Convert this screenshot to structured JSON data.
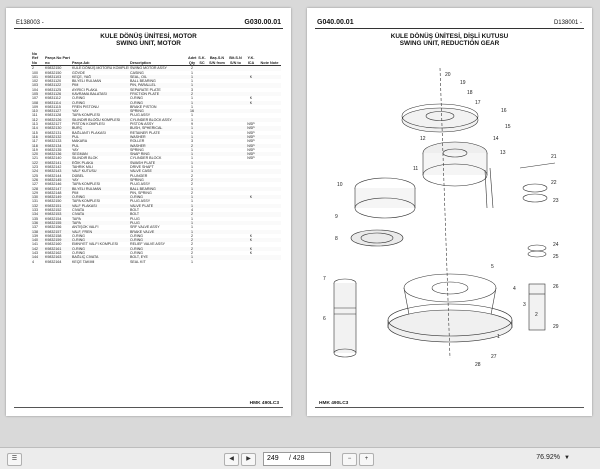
{
  "left_page": {
    "doc_id": "E138003 -",
    "section": "G030.00.01",
    "title_tr": "KULE DÖNÜŞ ÜNİTESİ, MOTOR",
    "title_en": "SWING UNIT, MOTOR",
    "headers": [
      "No Ref No",
      "Parça No Part no",
      "Parça Adı",
      "Description",
      "Adet Qty",
      "S.K. SC",
      "Baş.S.N S/N from",
      "Bit.S.N S/N to",
      "Y.K. ICA",
      "Note Note"
    ],
    "rows": [
      [
        "2",
        "K9832150",
        "KULE DÖNÜŞ MOTORU KOMPLESİ",
        "SWING MOTOR ASSY",
        "2",
        "",
        "",
        "",
        "",
        ""
      ],
      [
        "100",
        "K9832150",
        "GÖVDE",
        "CASING",
        "1",
        "",
        "",
        "",
        "",
        ""
      ],
      [
        "101",
        "K9831103",
        "KEÇE, YAĞ",
        "SEAL, OIL",
        "1",
        "",
        "",
        "",
        "K",
        ""
      ],
      [
        "102",
        "K9831120",
        "BİLYELİ RULMAN",
        "BALL BEARING",
        "1",
        "",
        "",
        "",
        "",
        ""
      ],
      [
        "103",
        "K9831122",
        "PİM",
        "PIN, PARALLEL",
        "1",
        "",
        "",
        "",
        "",
        ""
      ],
      [
        "104",
        "K9831125",
        "AYIRICI PLAKA",
        "SEPARATE PLATE",
        "3",
        "",
        "",
        "",
        "",
        ""
      ],
      [
        "105",
        "K9831126",
        "KAVRAMA BALATASI",
        "FRICTION PLATE",
        "2",
        "",
        "",
        "",
        "",
        ""
      ],
      [
        "107",
        "K9831112",
        "O-RİNG",
        "O-RING",
        "1",
        "",
        "",
        "",
        "K",
        ""
      ],
      [
        "108",
        "K9831114",
        "O-RİNG",
        "O-RING",
        "1",
        "",
        "",
        "",
        "K",
        ""
      ],
      [
        "109",
        "K9831115",
        "FREN PİSTONU",
        "BRAKE PISTON",
        "1",
        "",
        "",
        "",
        "",
        ""
      ],
      [
        "110",
        "K9831127",
        "YAY",
        "SPRING",
        "16",
        "",
        "",
        "",
        "",
        ""
      ],
      [
        "111",
        "K9831128",
        "TAPA KOMPLESİ",
        "PLUG ASSY",
        "1",
        "",
        "",
        "",
        "",
        ""
      ],
      [
        "112",
        "K9832126",
        "SİLİNDİR BLOĞU KOMPLESİ",
        "CYLINDER BLOCK ASSY",
        "1",
        "",
        "",
        "",
        "",
        ""
      ],
      [
        "113",
        "K9832127",
        "PİSTON KOMPLESİ",
        "PISTON ASSY",
        "9",
        "",
        "",
        "",
        "NSP",
        ""
      ],
      [
        "114",
        "K9832130",
        "BURÇ",
        "BUSH, SPHERICAL",
        "1",
        "",
        "",
        "",
        "NSP",
        ""
      ],
      [
        "115",
        "K9832131",
        "BAĞLANTI PLAKASI",
        "RETAINER PLATE",
        "1",
        "",
        "",
        "",
        "NSP",
        ""
      ],
      [
        "116",
        "K9832132",
        "PUL",
        "WASHER",
        "1",
        "",
        "",
        "",
        "NSP",
        ""
      ],
      [
        "117",
        "K9832133",
        "MAKARA",
        "ROLLER",
        "3",
        "",
        "",
        "",
        "NSP",
        ""
      ],
      [
        "118",
        "K9832134",
        "PUL",
        "WASHER",
        "2",
        "",
        "",
        "",
        "NSP",
        ""
      ],
      [
        "119",
        "K9832135",
        "YAY",
        "SPRING",
        "1",
        "",
        "",
        "",
        "NSP",
        ""
      ],
      [
        "120",
        "K9832136",
        "SEGMAN",
        "SNAP RING",
        "1",
        "",
        "",
        "",
        "NSP",
        ""
      ],
      [
        "121",
        "K9832140",
        "SİLİNDİR BLOK",
        "CYLINDER BLOCK",
        "1",
        "",
        "",
        "",
        "NSP",
        ""
      ],
      [
        "122",
        "K9832141",
        "EĞİK PLAKA",
        "SWASH PLATE",
        "1",
        "",
        "",
        "",
        "",
        ""
      ],
      [
        "123",
        "K9832142",
        "TAHRİK MİLİ",
        "DRIVE SHAFT",
        "1",
        "",
        "",
        "",
        "",
        ""
      ],
      [
        "124",
        "K9832143",
        "VALF KUTUSU",
        "VALVE CASE",
        "1",
        "",
        "",
        "",
        "",
        ""
      ],
      [
        "125",
        "K9832144",
        "DÜBEL",
        "PLUNGER",
        "2",
        "",
        "",
        "",
        "",
        ""
      ],
      [
        "126",
        "K9832145",
        "YAY",
        "SPRING",
        "2",
        "",
        "",
        "",
        "",
        ""
      ],
      [
        "127",
        "K9832146",
        "TAPA KOMPLESİ",
        "PLUG ASSY",
        "2",
        "",
        "",
        "",
        "",
        ""
      ],
      [
        "128",
        "K9832147",
        "BİLYELİ RULMAN",
        "BALL BEARING",
        "1",
        "",
        "",
        "",
        "",
        ""
      ],
      [
        "129",
        "K9832148",
        "PİM",
        "PIN, SPRING",
        "2",
        "",
        "",
        "",
        "",
        ""
      ],
      [
        "130",
        "K9832149",
        "O-RİNG",
        "O-RING",
        "1",
        "",
        "",
        "",
        "K",
        ""
      ],
      [
        "131",
        "K9832150",
        "TAPA KOMPLESİ",
        "PLUG ASSY",
        "1",
        "",
        "",
        "",
        "",
        ""
      ],
      [
        "132",
        "K9832151",
        "VALF PLAKASI",
        "VALVE PLATE",
        "1",
        "",
        "",
        "",
        "",
        ""
      ],
      [
        "133",
        "K9832152",
        "CIVATA",
        "BOLT",
        "4",
        "",
        "",
        "",
        "",
        ""
      ],
      [
        "134",
        "K9832153",
        "CIVATA",
        "BOLT",
        "2",
        "",
        "",
        "",
        "",
        ""
      ],
      [
        "135",
        "K9832154",
        "TAPA",
        "PLUG",
        "1",
        "",
        "",
        "",
        "",
        ""
      ],
      [
        "136",
        "K9832155",
        "TAPA",
        "PLUG",
        "1",
        "",
        "",
        "",
        "",
        ""
      ],
      [
        "137",
        "K9832156",
        "ANTİŞOK VALFİ",
        "SRF VALVE ASSY",
        "1",
        "",
        "",
        "",
        "",
        ""
      ],
      [
        "138",
        "K9832157",
        "VALF, FREN",
        "BRAKE VALVE",
        "1",
        "",
        "",
        "",
        "",
        ""
      ],
      [
        "139",
        "K9832158",
        "O-RİNG",
        "O-RING",
        "2",
        "",
        "",
        "",
        "K",
        ""
      ],
      [
        "140",
        "K9832159",
        "O-RİNG",
        "O-RING",
        "2",
        "",
        "",
        "",
        "K",
        ""
      ],
      [
        "141",
        "K9832160",
        "EMNİYET VALFİ KOMPLESİ",
        "RELIEF VALVE ASSY",
        "2",
        "",
        "",
        "",
        "",
        ""
      ],
      [
        "142",
        "K9832161",
        "O-RİNG",
        "O-RING",
        "2",
        "",
        "",
        "",
        "K",
        ""
      ],
      [
        "143",
        "K9832162",
        "O-RİNG",
        "O-RING",
        "2",
        "",
        "",
        "",
        "K",
        ""
      ],
      [
        "144",
        "K9832163",
        "BAĞLIÇ CIVATA",
        "BOLT, EYE",
        "1",
        "",
        "",
        "",
        "",
        ""
      ],
      [
        "4",
        "K9832164",
        "KEÇE TAKIMI",
        "SEAL KIT",
        "1",
        "",
        "",
        "",
        "",
        ""
      ]
    ],
    "footer": "HMK 490LC3"
  },
  "right_page": {
    "section": "G040.00.01",
    "doc_id": "D138001 -",
    "title_tr": "KULE DÖNÜŞ ÜNİTESİ, DİŞLİ KUTUSU",
    "title_en": "SWING UNIT, REDUCTION GEAR",
    "callouts": [
      "20",
      "19",
      "18",
      "17",
      "16",
      "15",
      "14",
      "13",
      "12",
      "11",
      "10",
      "9",
      "8",
      "7",
      "6",
      "5",
      "4",
      "3",
      "2",
      "1",
      "21",
      "22",
      "23",
      "24",
      "25",
      "26",
      "27",
      "28",
      "29"
    ],
    "footer": "HMK 490LC3"
  },
  "toolbar": {
    "current_page": "249",
    "total_pages": "/ 428",
    "zoom": "76.92%"
  }
}
